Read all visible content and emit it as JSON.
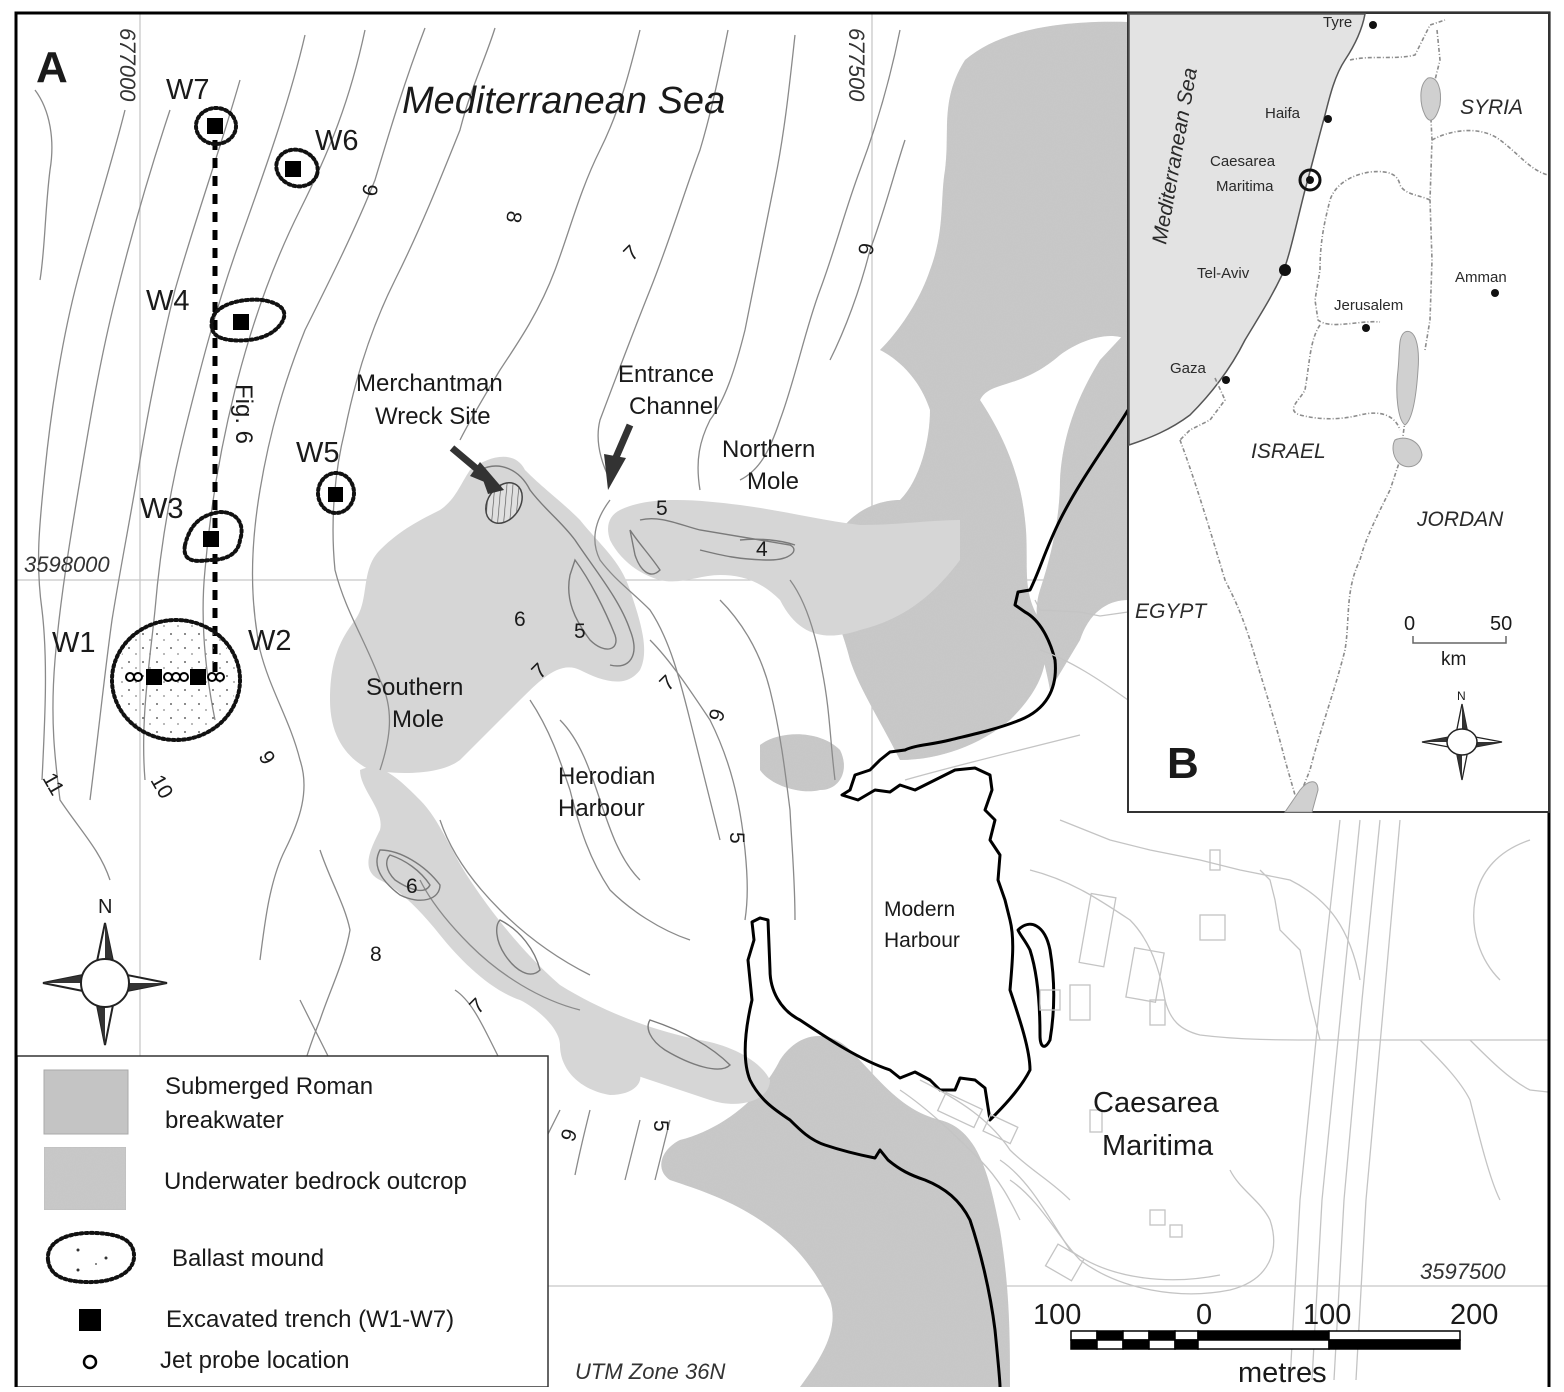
{
  "panel_a": {
    "letter": "A",
    "sea_label": "Mediterranean Sea",
    "grid": {
      "eastings": [
        "677000",
        "677500"
      ],
      "northings": [
        "3598000",
        "3597500"
      ]
    },
    "sites": [
      {
        "id": "W7",
        "label": "W7"
      },
      {
        "id": "W6",
        "label": "W6"
      },
      {
        "id": "W4",
        "label": "W4"
      },
      {
        "id": "W5",
        "label": "W5"
      },
      {
        "id": "W3",
        "label": "W3"
      },
      {
        "id": "W1",
        "label": "W1"
      },
      {
        "id": "W2",
        "label": "W2"
      }
    ],
    "section_label": "Fig. 6",
    "place_labels": {
      "wreck_line1": "Merchantman",
      "wreck_line2": "Wreck Site",
      "entrance_line1": "Entrance",
      "entrance_line2": "Channel",
      "northern_line1": "Northern",
      "northern_line2": "Mole",
      "southern_line1": "Southern",
      "southern_line2": "Mole",
      "herodian_line1": "Herodian",
      "herodian_line2": "Harbour",
      "modern_line1": "Modern",
      "modern_line2": "Harbour",
      "town_line1": "Caesarea",
      "town_line2": "Maritima"
    },
    "depth_labels": [
      "11",
      "10",
      "9",
      "9",
      "9",
      "8",
      "8",
      "7",
      "7",
      "7",
      "7",
      "6",
      "6",
      "6",
      "6",
      "6",
      "5",
      "5",
      "5",
      "5",
      "4"
    ],
    "compass_n": "N",
    "projection": "UTM Zone 36N",
    "scale_bar": {
      "ticks": [
        "100",
        "0",
        "100",
        "200"
      ],
      "unit": "metres"
    }
  },
  "legend": {
    "items": [
      {
        "key": "breakwater",
        "line1": "Submerged Roman",
        "line2": "breakwater"
      },
      {
        "key": "bedrock",
        "line1": "Underwater bedrock outcrop"
      },
      {
        "key": "ballast",
        "line1": "Ballast mound"
      },
      {
        "key": "trench",
        "line1": "Excavated trench (W1-W7)"
      },
      {
        "key": "probe",
        "line1": "Jet probe location"
      }
    ]
  },
  "panel_b": {
    "letter": "B",
    "sea_label": "Mediterranean Sea",
    "cities": [
      "Tyre",
      "Haifa",
      "Caesarea",
      "Maritima",
      "Tel-Aviv",
      "Jerusalem",
      "Amman",
      "Gaza"
    ],
    "countries": [
      "SYRIA",
      "ISRAEL",
      "JORDAN",
      "EGYPT"
    ],
    "scale": {
      "start": "0",
      "end": "50",
      "unit": "km"
    },
    "compass_n": "N"
  },
  "colors": {
    "breakwater": "#d6d6d6",
    "bedrock": "#c9c9c9",
    "contour": "#8a8a8a",
    "coastline": "#000000",
    "inset_sea": "#e3e3e3"
  }
}
